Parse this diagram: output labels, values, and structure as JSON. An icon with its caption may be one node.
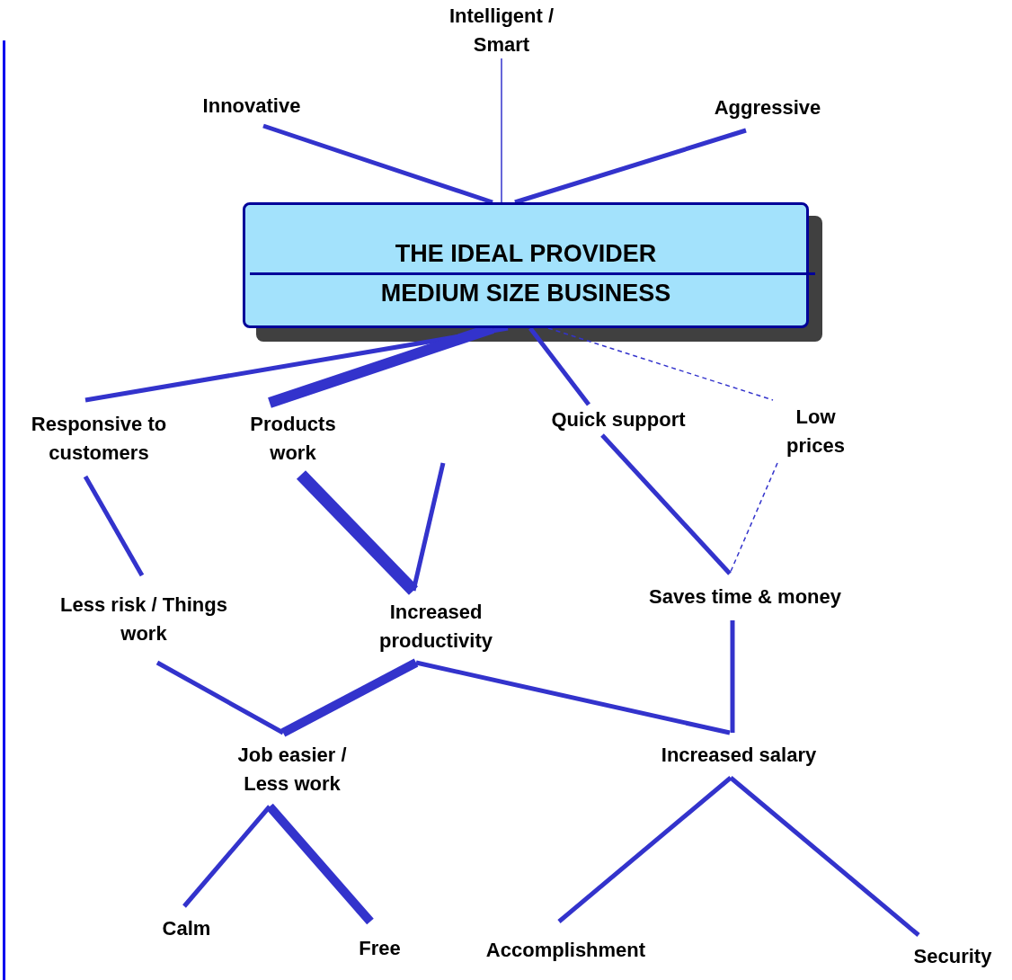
{
  "diagram": {
    "nodes": [
      {
        "text": [
          "Intelligent / Smart"
        ]
      },
      {
        "text": [
          "Innovative"
        ]
      },
      {
        "text": [
          "Aggressive"
        ]
      },
      {
        "text": [
          "THE IDEAL PROVIDER",
          "MEDIUM SIZE BUSINESS"
        ]
      },
      {
        "text": [
          "Responsive to customers"
        ]
      },
      {
        "text": [
          "Products work"
        ]
      },
      {
        "text": [
          "Quick support"
        ]
      },
      {
        "text": [
          "Low prices"
        ]
      },
      {
        "text": [
          "Less risk / Things work"
        ]
      },
      {
        "text": [
          "Increased productivity"
        ]
      },
      {
        "text": [
          "Saves time & money"
        ]
      },
      {
        "text": [
          "Job easier / Less work"
        ]
      },
      {
        "text": [
          "Increased salary"
        ]
      },
      {
        "text": [
          "Calm"
        ]
      },
      {
        "text": [
          "Free"
        ]
      },
      {
        "text": [
          "Accomplishment"
        ]
      },
      {
        "text": [
          "Security"
        ]
      }
    ],
    "edges": [
      {
        "from": 0,
        "to": 3,
        "arrow": "none"
      },
      {
        "from": 1,
        "to": 3,
        "arrow": "none"
      },
      {
        "from": 2,
        "to": 3,
        "arrow": "none"
      },
      {
        "from": 3,
        "to": 4,
        "arrow": "none"
      },
      {
        "from": 3,
        "to": 5,
        "arrow": "none",
        "style": "thick"
      },
      {
        "from": 3,
        "to": 6,
        "arrow": "none"
      },
      {
        "from": 3,
        "to": 7,
        "arrow": "none",
        "style": "dashed"
      },
      {
        "from": 4,
        "to": 8,
        "arrow": "none"
      },
      {
        "from": 5,
        "to": 9,
        "arrow": "none",
        "style": "thick"
      },
      {
        "from": 9,
        "to": null,
        "arrow": "none"
      },
      {
        "from": 6,
        "to": 10,
        "arrow": "none"
      },
      {
        "from": 7,
        "to": 10,
        "arrow": "none",
        "style": "dashed"
      },
      {
        "from": 8,
        "to": 11,
        "arrow": "none"
      },
      {
        "from": 9,
        "to": 11,
        "arrow": "none",
        "style": "thick"
      },
      {
        "from": 9,
        "to": 12,
        "arrow": "none"
      },
      {
        "from": 10,
        "to": 12,
        "arrow": "none"
      },
      {
        "from": 11,
        "to": 13,
        "arrow": "none"
      },
      {
        "from": 11,
        "to": 14,
        "arrow": "none",
        "style": "thick"
      },
      {
        "from": 12,
        "to": 15,
        "arrow": "none"
      },
      {
        "from": 12,
        "to": 16,
        "arrow": "none"
      }
    ]
  }
}
